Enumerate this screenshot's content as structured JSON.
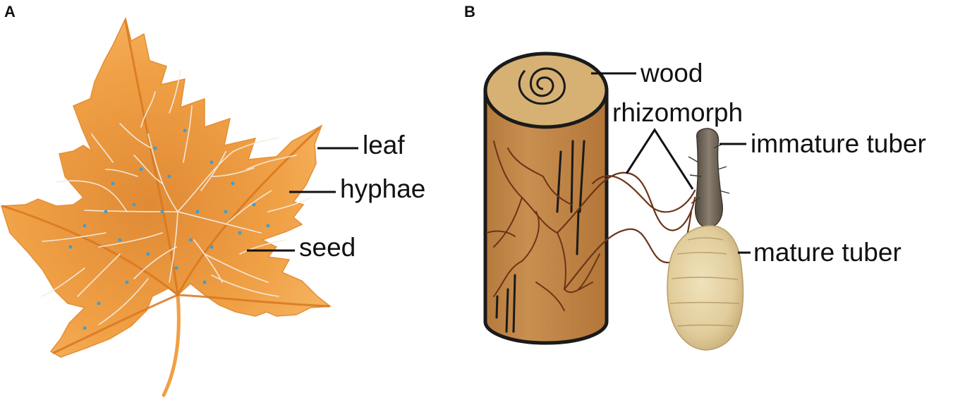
{
  "panels": {
    "a": {
      "letter": "A",
      "labels": {
        "leaf": "leaf",
        "hyphae": "hyphae",
        "seed": "seed"
      }
    },
    "b": {
      "letter": "B",
      "labels": {
        "wood": "wood",
        "rhizomorph": "rhizomorph",
        "immature_tuber": "immature tuber",
        "mature_tuber": "mature tuber"
      }
    }
  },
  "colors": {
    "leaf_fill": "#f0a045",
    "leaf_vein": "#d8781f",
    "hyphae": "#f4ece0",
    "seed": "#3aa0d8",
    "log_side": "#c48a4a",
    "log_top": "#d6b173",
    "log_outline": "#1a1a1a",
    "rhizomorph": "#6b3518",
    "immature_tuber": "#6f6558",
    "mature_tuber": "#e4d3a6"
  }
}
